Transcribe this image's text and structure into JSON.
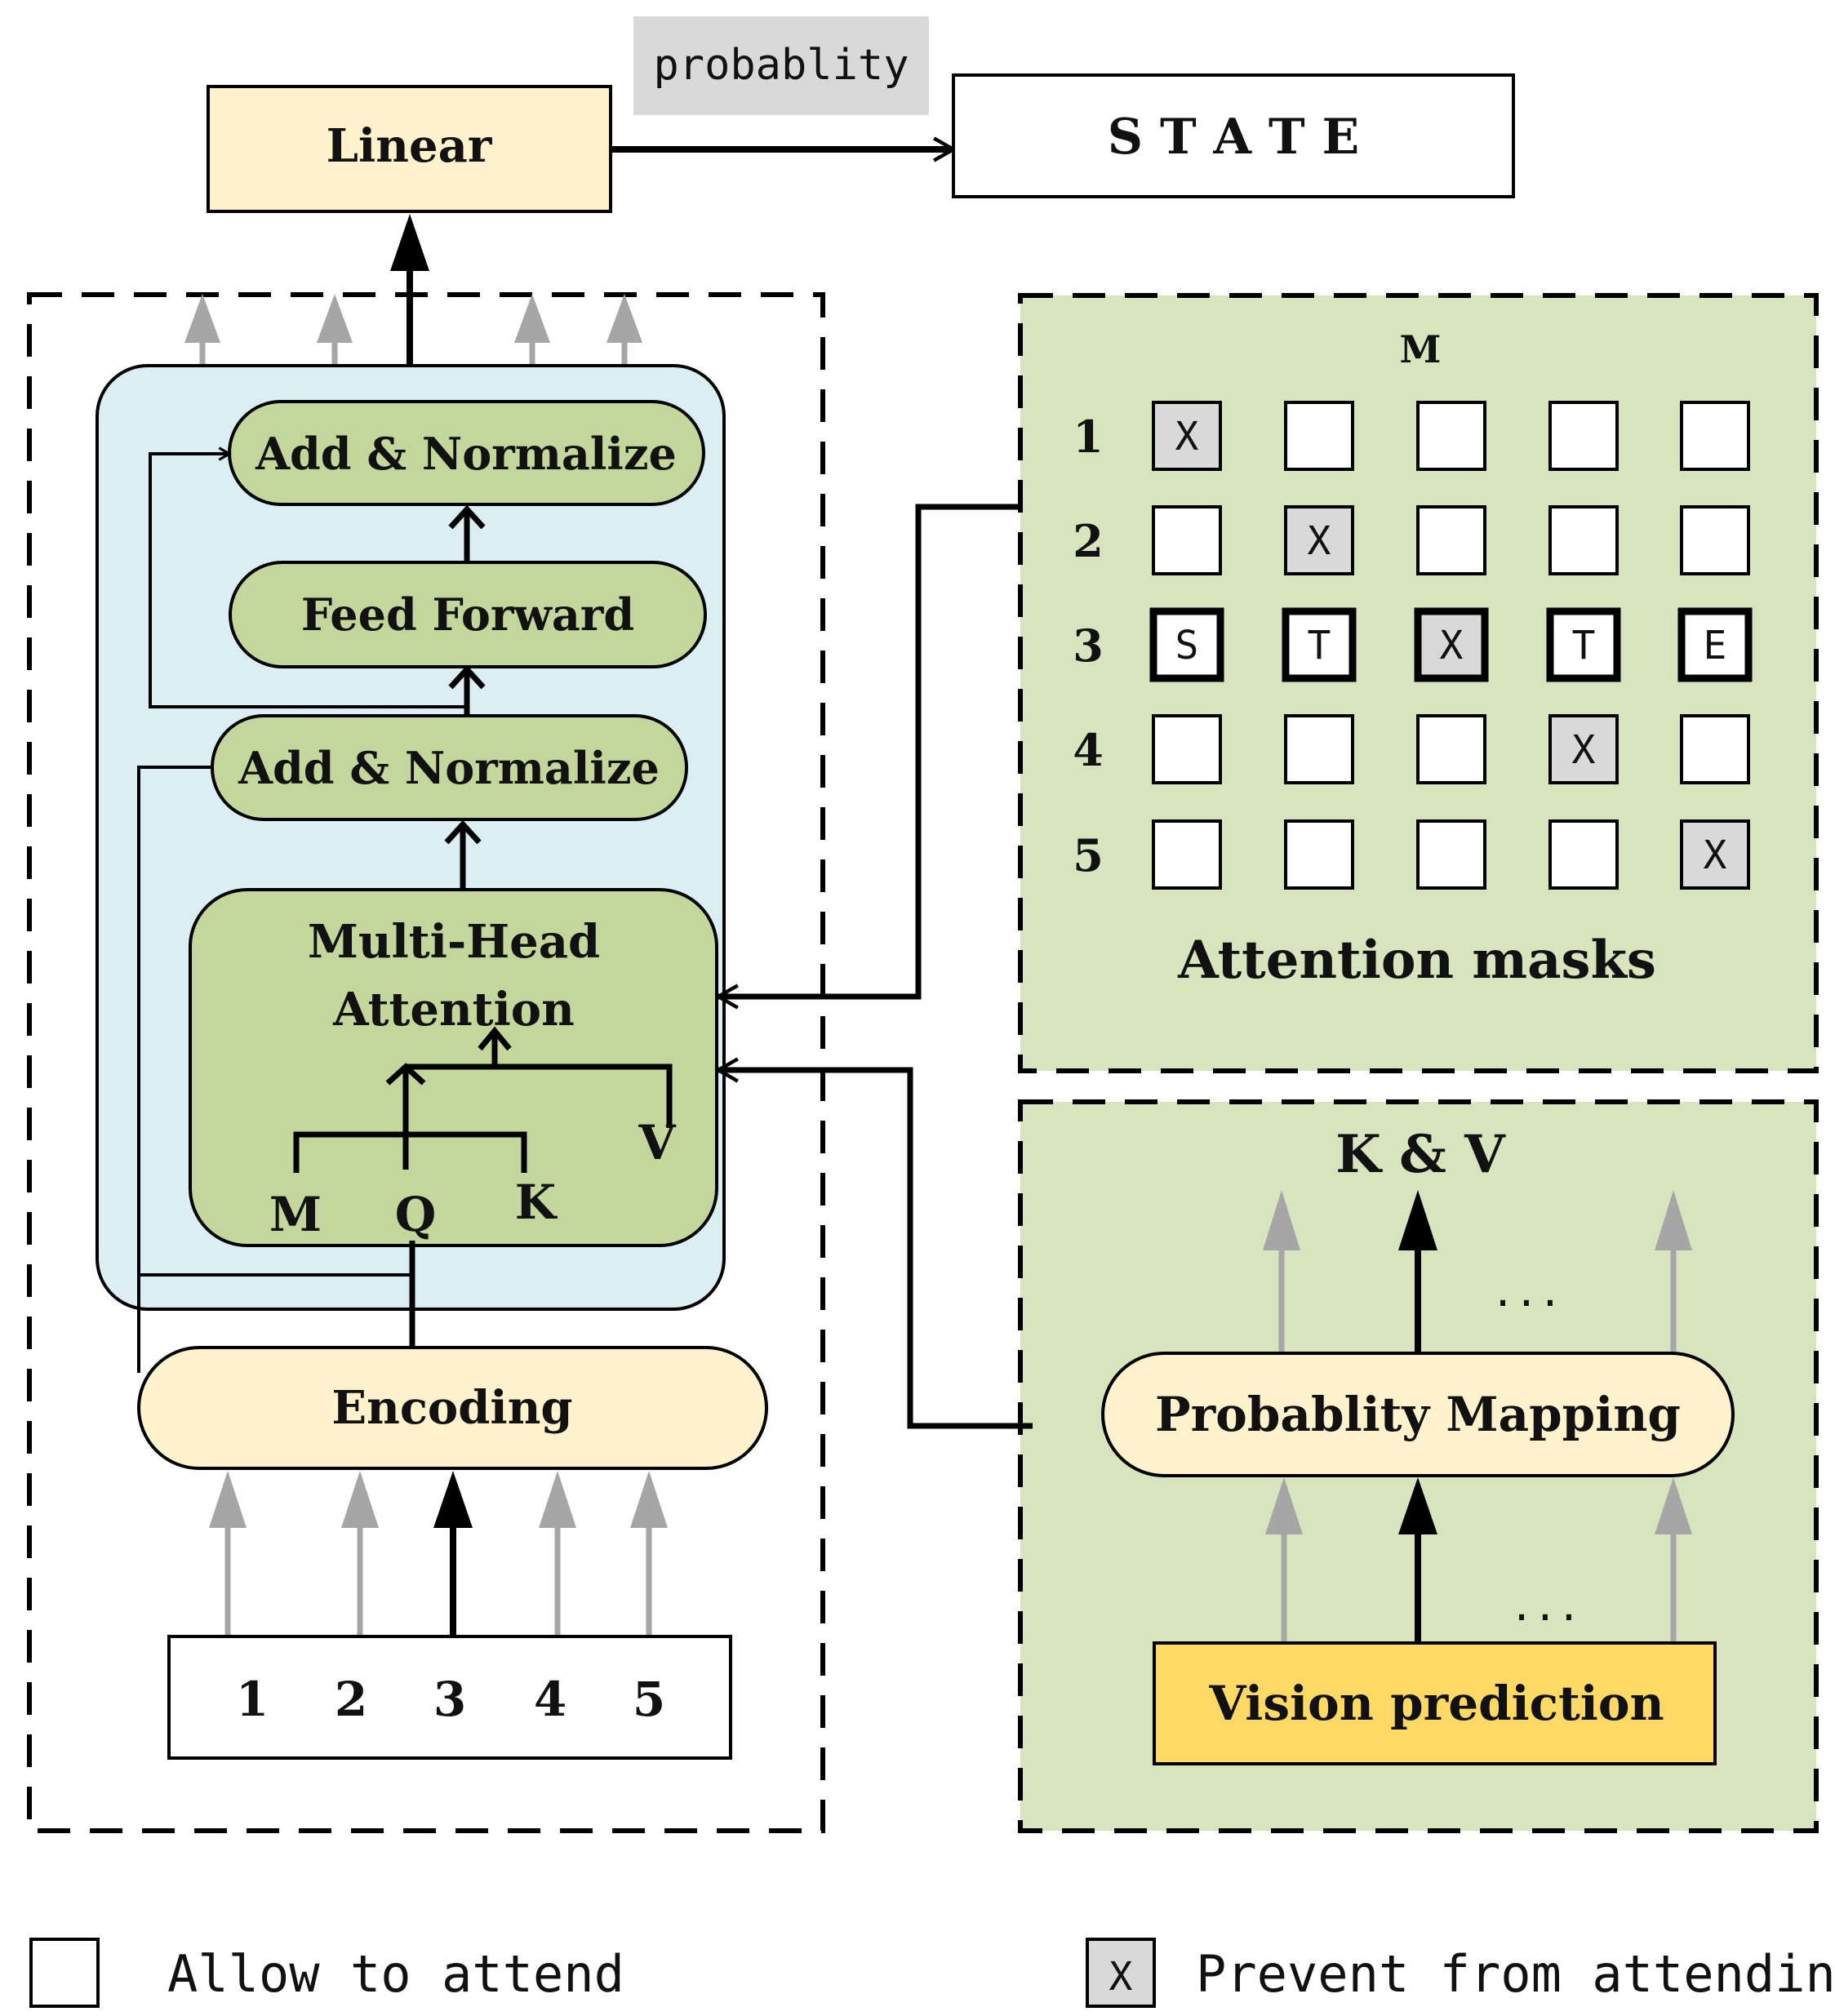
{
  "top": {
    "linear_label": "Linear",
    "probability_label": "probablity",
    "state_label": "S T A T E"
  },
  "encoder": {
    "add_norm_top": "Add & Normalize",
    "feed_forward": "Feed Forward",
    "add_norm_bottom": "Add & Normalize",
    "mha_line1": "Multi-Head",
    "mha_line2": "Attention",
    "m_label": "M",
    "q_label": "Q",
    "k_label": "K",
    "v_label": "V",
    "encoding_label": "Encoding",
    "inputs": [
      "1",
      "2",
      "3",
      "4",
      "5"
    ]
  },
  "mask_panel": {
    "header": "M",
    "row_labels": [
      "1",
      "2",
      "3",
      "4",
      "5"
    ],
    "rows": [
      [
        "X",
        "",
        "",
        "",
        ""
      ],
      [
        "",
        "X",
        "",
        "",
        ""
      ],
      [
        "S",
        "T",
        "X",
        "T",
        "E"
      ],
      [
        "",
        "",
        "",
        "X",
        ""
      ],
      [
        "",
        "",
        "",
        "",
        "X"
      ]
    ],
    "caption": "Attention masks"
  },
  "kv_panel": {
    "kv_label": "K & V",
    "ellipsis_top": "...",
    "mapping_label": "Probablity Mapping",
    "ellipsis_bottom": "...",
    "vision_label": "Vision prediction"
  },
  "legend": {
    "allow_label": "Allow to attend",
    "prevent_symbol": "X",
    "prevent_label": "Prevent from attending"
  },
  "colors": {
    "linear_fill": "#fff2cc",
    "encoding_fill": "#fff2cc",
    "mapping_fill": "#fff2cc",
    "vision_fill": "#ffd966",
    "encoder_block_fill": "#daeef3",
    "green_box_fill": "#c3d69b",
    "panel_fill": "#d7e4bd",
    "probability_tag_fill": "#d9d9d9",
    "masked_cell_fill": "#d9d9d9",
    "gray_arrow": "#a6a6a6"
  }
}
